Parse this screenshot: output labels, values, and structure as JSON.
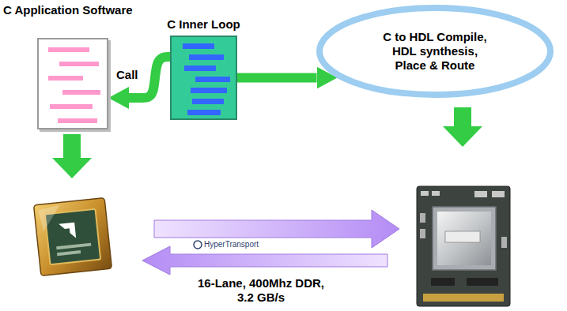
{
  "diagram": {
    "nodes": [
      {
        "text": [
          "C Application Software"
        ]
      },
      {
        "text": [
          "C Inner Loop"
        ]
      },
      {
        "text": [
          "C to HDL Compile, HDL synthesis, Place & Route"
        ]
      }
    ],
    "edges": [
      {
        "from": 1,
        "to": 2,
        "arrow": "to"
      },
      {
        "from": 1,
        "to": 0,
        "label": "Call",
        "arrow": "to"
      }
    ],
    "labels": [
      "HyperTransport",
      "16-Lane, 400Mhz DDR, 3.2 GB/s"
    ]
  }
}
